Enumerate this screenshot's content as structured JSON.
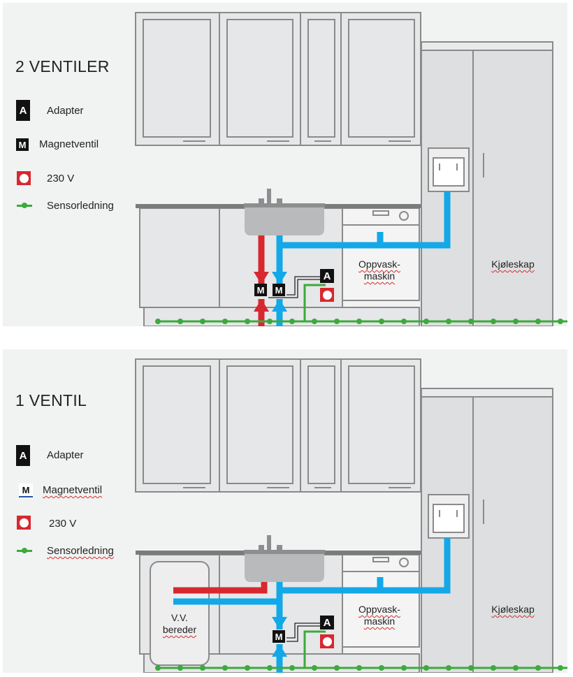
{
  "panels": [
    {
      "title": "2 VENTILER",
      "legend": {
        "adapter_symbol": "A",
        "adapter_label": "Adapter",
        "valve_symbol": "M",
        "valve_label": "Magnetventil",
        "power_label": "230 V",
        "sensor_label": "Sensorledning"
      },
      "dishwasher_label_1": "Oppvask-",
      "dishwasher_label_2": "maskin",
      "fridge_label": "Kjøleskap",
      "adapter_symbol": "A",
      "valve_symbol": "M"
    },
    {
      "title": "1 VENTIL",
      "legend": {
        "adapter_symbol": "A",
        "adapter_label": "Adapter",
        "valve_symbol": "M",
        "valve_label": "Magnetventil",
        "power_label": "230 V",
        "sensor_label": "Sensorledning"
      },
      "dishwasher_label_1": "Oppvask-",
      "dishwasher_label_2": "maskin",
      "fridge_label": "Kjøleskap",
      "heater_label_1": "V.V.",
      "heater_label_2": "bereder",
      "adapter_symbol": "A",
      "valve_symbol": "M"
    }
  ],
  "colors": {
    "hot_pipe": "#d7282f",
    "cold_pipe": "#13a8e8",
    "sensor": "#3caa3c",
    "outline": "#8a8a8a",
    "fill": "#dddedf"
  }
}
